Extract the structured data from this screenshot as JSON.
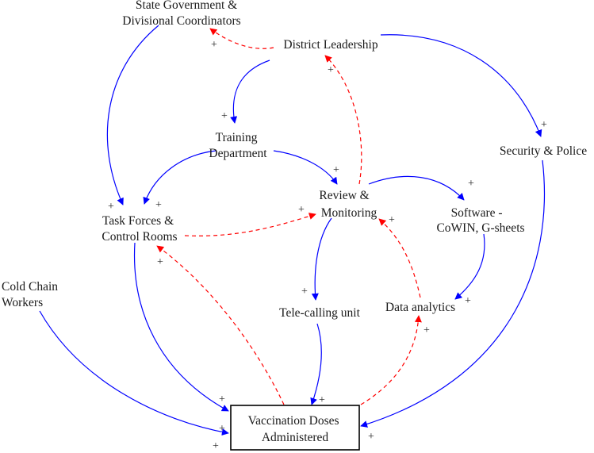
{
  "nodes": {
    "state_government": [
      "State Government &",
      "Divisional Coordinators"
    ],
    "district_leadership": [
      "District Leadership"
    ],
    "training_department": [
      "Training",
      "Department"
    ],
    "security_police": [
      "Security & Police"
    ],
    "review_monitoring": [
      "Review &",
      "Monitoring"
    ],
    "software": [
      "Software -",
      "CoWIN, G-sheets"
    ],
    "task_forces": [
      "Task Forces &",
      "Control Rooms"
    ],
    "cold_chain": [
      "Cold Chain",
      "Workers"
    ],
    "tele_calling": [
      "Tele-calling unit"
    ],
    "data_analytics": [
      "Data analytics"
    ],
    "vaccination": [
      "Vaccination Doses",
      "Administered"
    ]
  },
  "polarity_sign": "+",
  "colors": {
    "solid_link": "#0000ff",
    "dashed_link": "#ff0000",
    "text": "#1a1a1a"
  }
}
